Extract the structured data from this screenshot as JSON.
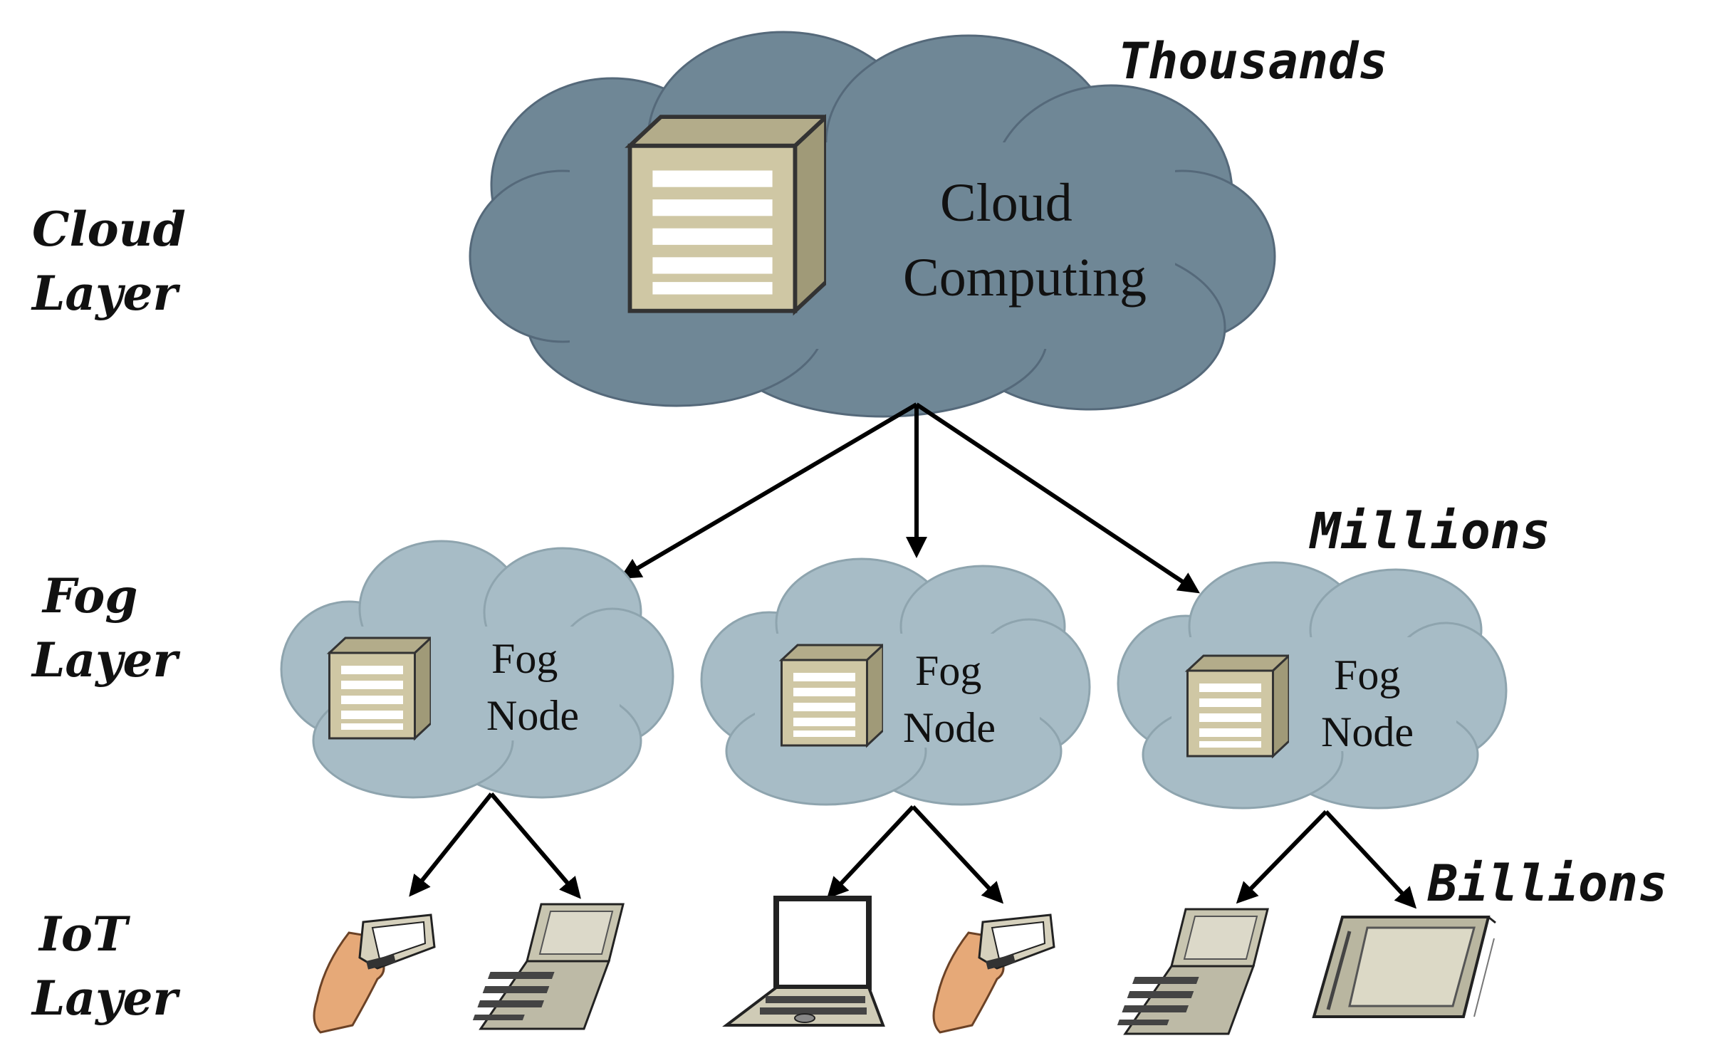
{
  "layers": {
    "cloud": [
      "Cloud",
      "Layer"
    ],
    "fog": [
      "Fog",
      "Layer"
    ],
    "iot": [
      "IoT",
      "Layer"
    ]
  },
  "counts": {
    "cloud": "Thousands",
    "fog": "Millions",
    "iot": "Billions"
  },
  "cloud_node": {
    "label_line1": "Cloud",
    "label_line2": "Computing"
  },
  "fog_nodes": [
    {
      "line1": "Fog",
      "line2": "Node"
    },
    {
      "line1": "Fog",
      "line2": "Node"
    },
    {
      "line1": "Fog",
      "line2": "Node"
    }
  ],
  "iot_devices": [
    "hand-held-pda",
    "flip-phone",
    "laptop",
    "hand-held-pda",
    "flip-phone",
    "tablet"
  ],
  "colors": {
    "cloud_fill": "#6f8796",
    "fog_fill": "#a7bcc6",
    "server_front": "#cfc7a4",
    "server_side": "#a09a78",
    "server_top": "#b3ac8a",
    "arrow": "#000000"
  }
}
